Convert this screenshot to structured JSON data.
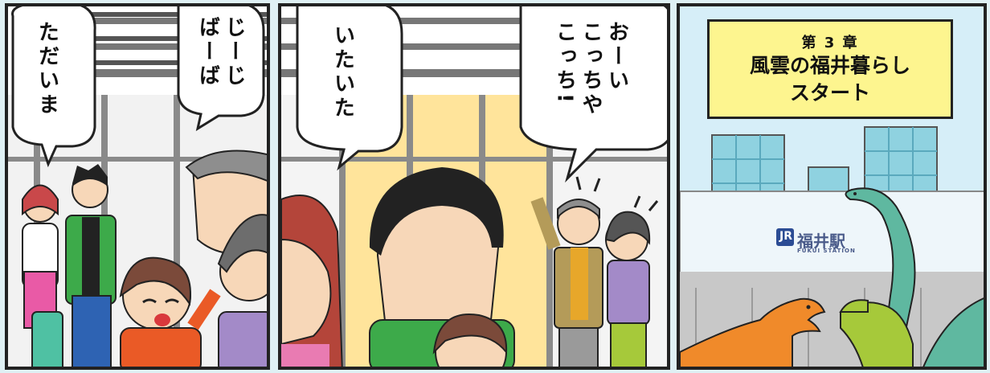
{
  "panels": [
    {
      "id": "panel-1",
      "bubbles": [
        {
          "text": "ただいま"
        },
        {
          "text": "じーじ\nばーば"
        }
      ]
    },
    {
      "id": "panel-2",
      "bubbles": [
        {
          "text": "いたいた"
        },
        {
          "text": "おーい\nこっちや\nこっち!"
        }
      ]
    },
    {
      "id": "panel-3",
      "chapter": "第 3 章",
      "title_line1": "風雲の福井暮らし",
      "title_line2": "スタート",
      "station_logo": "JR",
      "station_name": "福井駅",
      "station_sub": "FUKUI STATION"
    }
  ],
  "colors": {
    "border": "#222222",
    "title_box": "#fdf58f",
    "sky": "#cfe9f5",
    "dino_green": "#5fb8a0",
    "dino_orange": "#f08a2a",
    "dino_lime": "#a6c93a"
  }
}
